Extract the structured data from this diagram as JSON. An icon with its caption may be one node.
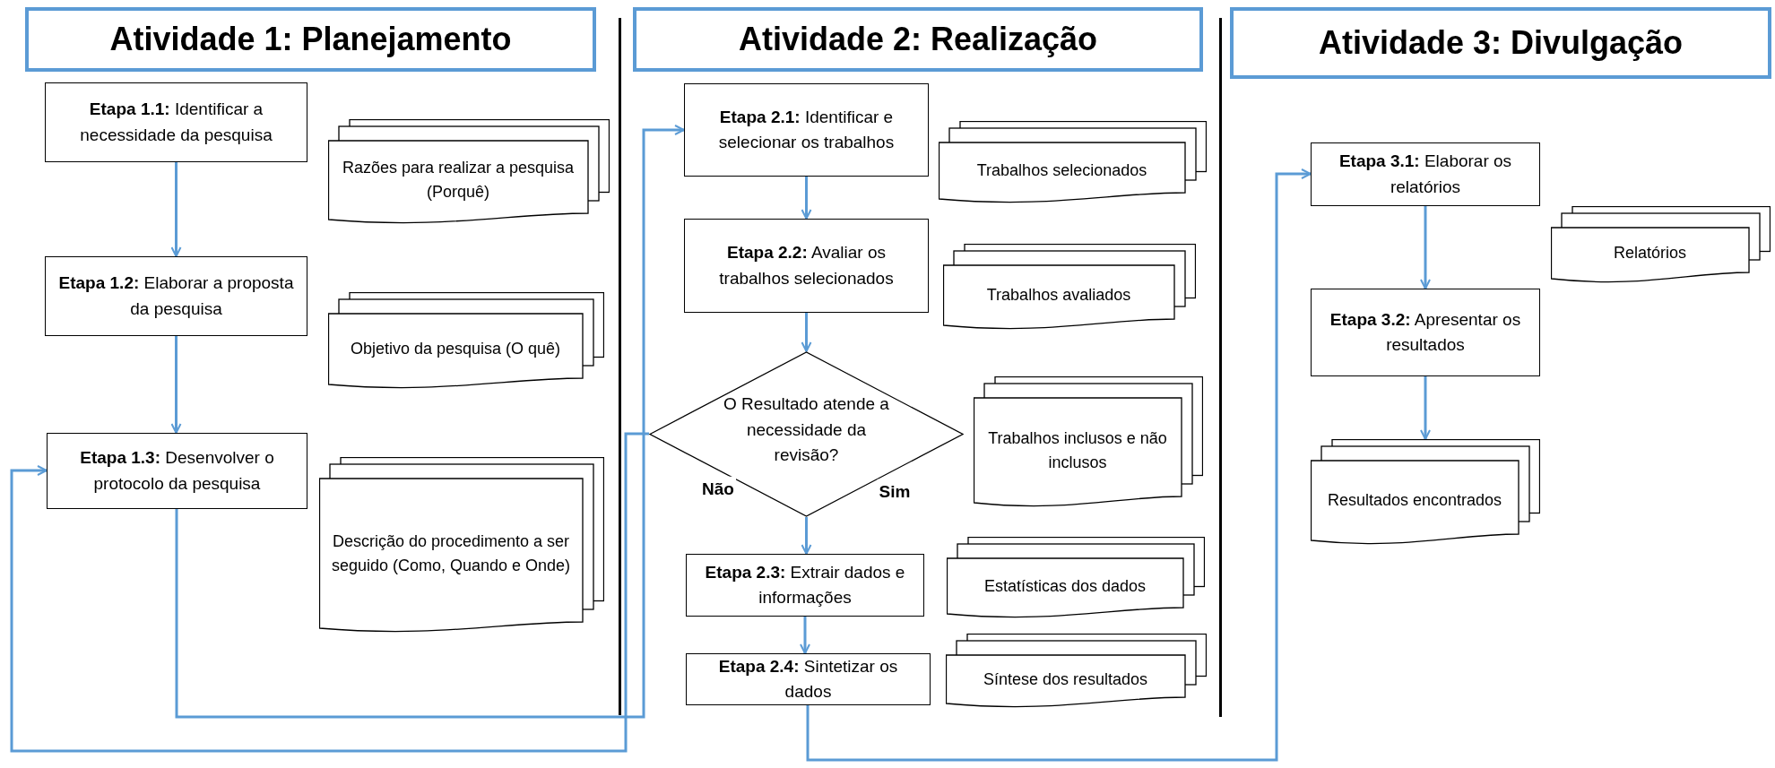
{
  "diagram": {
    "nodes": [
      {
        "text": [
          "Atividade 1: Planejamento"
        ]
      },
      {
        "text": [
          "**Etapa 1.1:** Identificar a necessidade da pesquisa"
        ]
      },
      {
        "text": [
          "Razões para realizar a pesquisa (Porquê)"
        ]
      },
      {
        "text": [
          "**Etapa 1.2:** Elaborar a proposta da pesquisa"
        ]
      },
      {
        "text": [
          "Objetivo da pesquisa (O quê)"
        ]
      },
      {
        "text": [
          "**Etapa 1.3:** Desenvolver o protocolo da pesquisa"
        ]
      },
      {
        "text": [
          "Descrição do procedimento a ser seguido (Como, Quando e Onde)"
        ]
      },
      {
        "text": [
          "Atividade 2: Realização"
        ]
      },
      {
        "text": [
          "**Etapa 2.1:** Identificar e selecionar os trabalhos"
        ]
      },
      {
        "text": [
          "Trabalhos selecionados"
        ]
      },
      {
        "text": [
          "**Etapa 2.2:** Avaliar os trabalhos selecionados"
        ]
      },
      {
        "text": [
          "Trabalhos avaliados"
        ]
      },
      {
        "text": [
          "O Resultado atende a necessidade da revisão?"
        ]
      },
      {
        "text": [
          "Trabalhos inclusos e não inclusos"
        ]
      },
      {
        "text": [
          "**Etapa 2.3:** Extrair dados e informações"
        ]
      },
      {
        "text": [
          "Estatísticas dos dados"
        ]
      },
      {
        "text": [
          "**Etapa 2.4:** Sintetizar os dados"
        ]
      },
      {
        "text": [
          "Síntese dos resultados"
        ]
      },
      {
        "text": [
          "Atividade 3: Divulgação"
        ]
      },
      {
        "text": [
          "**Etapa 3.1:** Elaborar os relatórios"
        ]
      },
      {
        "text": [
          "Relatórios"
        ]
      },
      {
        "text": [
          "**Etapa 3.2:** Apresentar os resultados"
        ]
      },
      {
        "text": [
          "Resultados encontrados"
        ]
      }
    ],
    "edges": [
      {
        "from": 1,
        "to": 3,
        "arrow": "to"
      },
      {
        "from": 3,
        "to": 5,
        "arrow": "to"
      },
      {
        "from": 5,
        "to": 8,
        "arrow": "to"
      },
      {
        "from": 8,
        "to": 10,
        "arrow": "to"
      },
      {
        "from": 10,
        "to": 12,
        "arrow": "to"
      },
      {
        "from": 12,
        "to": 5,
        "arrow": "to",
        "label": "Não"
      },
      {
        "from": 12,
        "to": 14,
        "arrow": "to",
        "label": "Sim"
      },
      {
        "from": 14,
        "to": 16,
        "arrow": "to"
      },
      {
        "from": 16,
        "to": 19,
        "arrow": "to"
      },
      {
        "from": 19,
        "to": 21,
        "arrow": "to"
      },
      {
        "from": 21,
        "to": 22,
        "arrow": "to"
      }
    ]
  }
}
